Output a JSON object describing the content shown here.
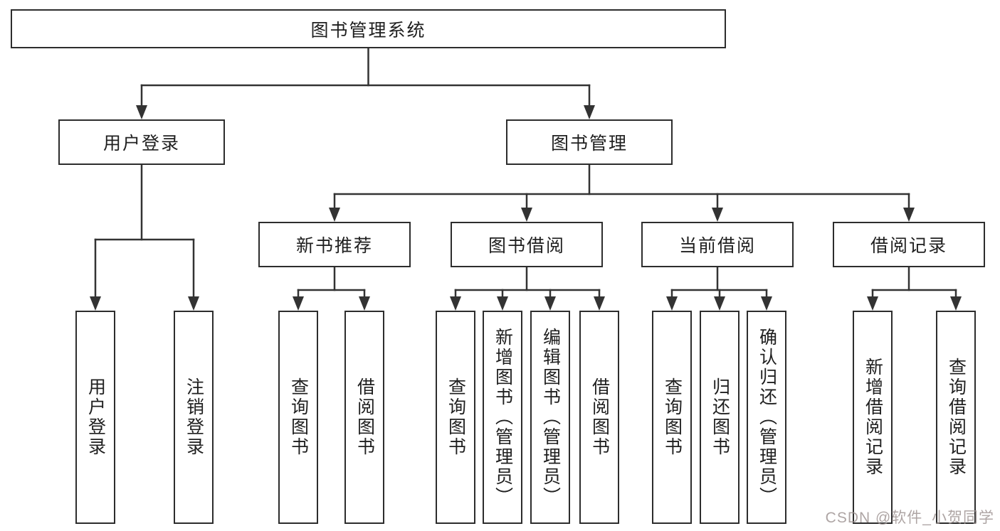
{
  "diagram_type": "hierarchy-tree",
  "tree": {
    "label": "图书管理系统",
    "children": [
      {
        "label": "用户登录",
        "children": [
          {
            "label": "用户登录"
          },
          {
            "label": "注销登录"
          }
        ]
      },
      {
        "label": "图书管理",
        "children": [
          {
            "label": "新书推荐",
            "children": [
              {
                "label": "查询图书"
              },
              {
                "label": "借阅图书"
              }
            ]
          },
          {
            "label": "图书借阅",
            "children": [
              {
                "label": "查询图书"
              },
              {
                "label": "新增图书（管理员）"
              },
              {
                "label": "编辑图书（管理员）"
              },
              {
                "label": "借阅图书"
              }
            ]
          },
          {
            "label": "当前借阅",
            "children": [
              {
                "label": "查询图书"
              },
              {
                "label": "归还图书"
              },
              {
                "label": "确认归还（管理员）"
              }
            ]
          },
          {
            "label": "借阅记录",
            "children": [
              {
                "label": "新增借阅记录"
              },
              {
                "label": "查询借阅记录"
              }
            ]
          }
        ]
      }
    ]
  },
  "watermark": {
    "text": "CSDN @软件_小贺同学"
  },
  "colors": {
    "background": "#ffffff",
    "box_border": "#2d2d2d",
    "connector_line": "#333333",
    "text": "#1f1f1f",
    "watermark_text": "#a09695"
  }
}
